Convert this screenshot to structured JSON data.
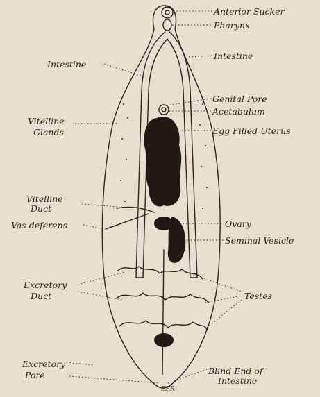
{
  "labels": {
    "anterior_sucker": "Anterior Sucker",
    "pharynx": "Pharynx",
    "intestine_left": "Intestine",
    "intestine_right": "Intestine",
    "genital_pore": "Genital Pore",
    "acetabulum": "Acetabulum",
    "vitelline_glands_1": "Vitelline",
    "vitelline_glands_2": "Glands",
    "egg_filled_uterus": "Egg Filled Uterus",
    "vitelline_duct_1": "Vitelline",
    "vitelline_duct_2": "Duct",
    "vas_deferens": "Vas deferens",
    "ovary": "Ovary",
    "seminal_vesicle": "Seminal Vesicle",
    "excretory_duct_1": "Excretory",
    "excretory_duct_2": "Duct",
    "testes": "Testes",
    "excretory_pore_1": "Excretory",
    "excretory_pore_2": "Pore",
    "blind_end_1": "Blind End of",
    "blind_end_2": "Intestine",
    "signature": "EFR"
  },
  "colors": {
    "paper": "#e7e0d0",
    "ink": "#2a241c"
  }
}
